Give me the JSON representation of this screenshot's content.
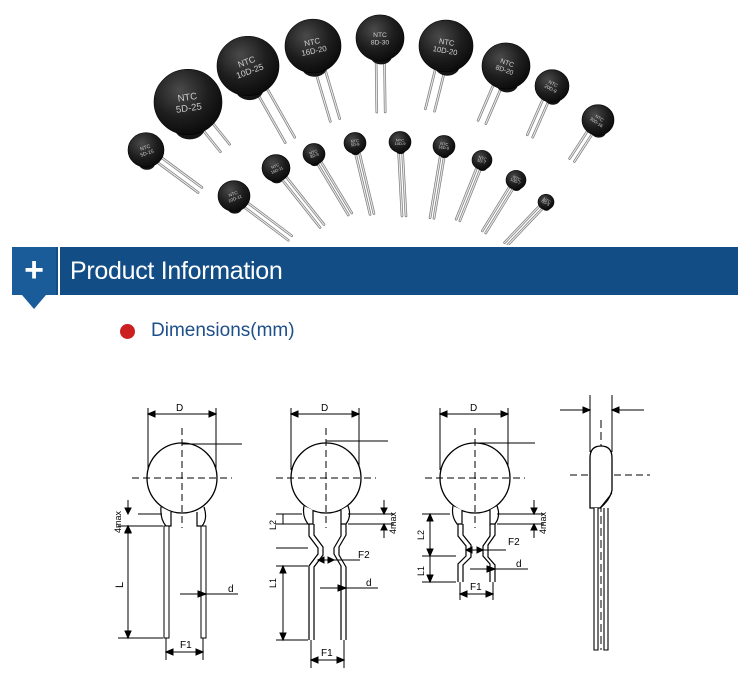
{
  "header": {
    "title": "Product Information",
    "icon": "plus-icon",
    "banner_color": "#124e85",
    "icon_box_color": "#1a5c99"
  },
  "dimensions_section": {
    "title": "Dimensions(mm)",
    "bullet_color": "#cc1f1f",
    "text_color": "#1d4f8a"
  },
  "product_photo": {
    "labels": [
      "NTC 5D-25",
      "NTC 10D-25",
      "NTC 16D-20",
      "NTC 8D-30",
      "NTC 10D-20",
      "NTC 8D-20",
      "NTC 20D-9",
      "NTC 30D-16",
      "NTC 5D-15",
      "NTC 10D-11",
      "NTC 16D-11",
      "NTC 8D-9",
      "NTC 5D-9",
      "NTC 10D-9",
      "NTC 16D-9",
      "NTC 5D-7",
      "NTC 10D-7",
      "NTC 8D-5",
      "NTC 5D-5"
    ]
  },
  "diagram_labels": {
    "D": "D",
    "L": "L",
    "L1": "L1",
    "L2": "L2",
    "F1": "F1",
    "F2": "F2",
    "d": "d",
    "four_max": "4max"
  }
}
